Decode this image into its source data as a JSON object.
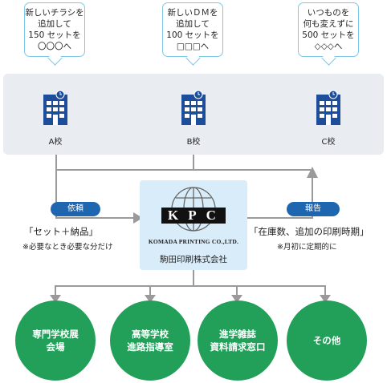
{
  "bubbles": [
    {
      "text": "新しいチラシを\n追加して\n150 セットを\n〇〇〇へ"
    },
    {
      "text": "新しいＤＭを\n追加して\n100 セットを\n□□□へ"
    },
    {
      "text": "いつものを\n何も変えずに\n500 セットを\n◇◇◇へ"
    }
  ],
  "schools": [
    {
      "label": "A校",
      "icon": "building-icon"
    },
    {
      "label": "B校",
      "icon": "building-icon"
    },
    {
      "label": "C校",
      "icon": "building-icon"
    }
  ],
  "request": {
    "pill": "依頼",
    "main": "「セット＋納品」",
    "sub": "※必要なとき必要な分だけ"
  },
  "report": {
    "pill": "報告",
    "main": "「在庫数、追加の印刷時期」",
    "sub": "※月初に定期的に"
  },
  "company": {
    "logo_text": "KPC",
    "logo_sub": "KOMADA PRINTING CO.,LTD.",
    "name": "駒田印刷株式会社"
  },
  "destinations": [
    {
      "label": "専門学校展\n会場"
    },
    {
      "label": "高等学校\n進路指導室"
    },
    {
      "label": "進学雑誌\n資料請求窓口"
    },
    {
      "label": "その他"
    }
  ],
  "colors": {
    "bubble_border": "#7fc7e6",
    "building": "#1d4e9c",
    "pill": "#1f66b1",
    "kpc_bg": "#d9ecf9",
    "circle": "#22a05a",
    "line": "#9a9a9a"
  }
}
